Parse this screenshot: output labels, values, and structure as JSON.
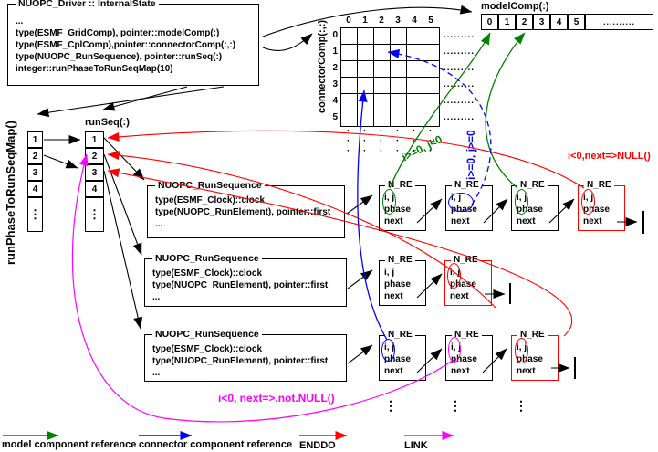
{
  "driver_box": {
    "title": "NUOPC_Driver :: InternalState",
    "lines": [
      "...",
      "type(ESMF_GridComp), pointer::modelComp(:)",
      "type(ESMF_CplComp),pointer::connectorComp(:,:)",
      "type(NUOPC_RunSequence), pointer::runSeq(:)",
      "integer::runPhaseToRunSeqMap(10)"
    ]
  },
  "model_comp": {
    "label": "modelComp(:)",
    "cells": [
      "0",
      "1",
      "2",
      "3",
      "4",
      "5"
    ],
    "overflow": ".........."
  },
  "connector_comp": {
    "label": "connectorComp(:,:)",
    "col_headers": [
      "0",
      "1",
      "2",
      "3",
      "4",
      "5"
    ],
    "row_headers": [
      "0",
      "1",
      "2",
      "3",
      "4",
      "5"
    ],
    "row_overflow": ".........",
    "continuation_dot": "·"
  },
  "run_phase_map": {
    "label": "runPhaseToRunSeqMap()",
    "cells": [
      "1",
      "2",
      "3",
      "4"
    ],
    "ellipsis": "⋮"
  },
  "run_seq": {
    "label": "runSeq(:)",
    "cells": [
      "1",
      "2",
      "3",
      "4"
    ],
    "ellipsis": "⋮"
  },
  "run_sequence_box": {
    "title": "NUOPC_RunSequence",
    "lines": [
      "type(ESMF_Clock)::clock",
      "type(NUOPC_RunElement), pointer::first",
      "..."
    ]
  },
  "n_re_box": {
    "title": "N_RE",
    "fields": [
      "i, j",
      "phase",
      "next"
    ],
    "column_ellipsis": "⋮"
  },
  "conditions": {
    "model_reference": "i>=0, j<0",
    "connector_reference": "i>=0, j>=0",
    "enddo": "i<0,next=>NULL()",
    "link": "i<0, next=>.not.NULL()"
  },
  "legend": {
    "items": [
      {
        "label": "model component reference",
        "color": "#008000"
      },
      {
        "label": "connector component reference",
        "color": "#0000ff"
      },
      {
        "label": "ENDDO",
        "color": "#ff0000"
      },
      {
        "label": "LINK",
        "color": "#ff00ff"
      }
    ]
  },
  "colors": {
    "model_ref": "#008000",
    "connector_ref": "#0000ff",
    "enddo": "#ff0000",
    "link": "#ff00ff",
    "line": "#000000"
  }
}
